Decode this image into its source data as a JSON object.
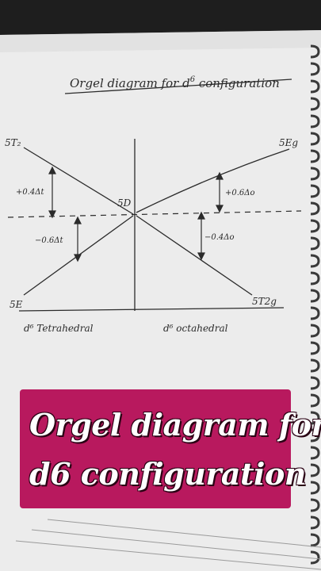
{
  "diagram": {
    "title": "Orgel diagram for d",
    "title_sup": "6",
    "title_end": " configuration",
    "labels": {
      "t2_left": "5T₂",
      "eg_right": "5Eg",
      "e_left": "5E",
      "t2g_right": "5T2g",
      "d_center": "5D",
      "plus_left": "+0.4Δt",
      "minus_left": "−0.6Δt",
      "plus_right": "+0.6Δo",
      "minus_right": "−0.4Δo",
      "tetra": "d⁶ Tetrahedral",
      "octa": "d⁶ octahedral"
    }
  },
  "caption": {
    "line1": "Orgel diagram for",
    "line2": "d6 configuration"
  },
  "colors": {
    "banner": "#b8195e",
    "paper": "#ebebeb",
    "ink": "#2b2b2b"
  }
}
